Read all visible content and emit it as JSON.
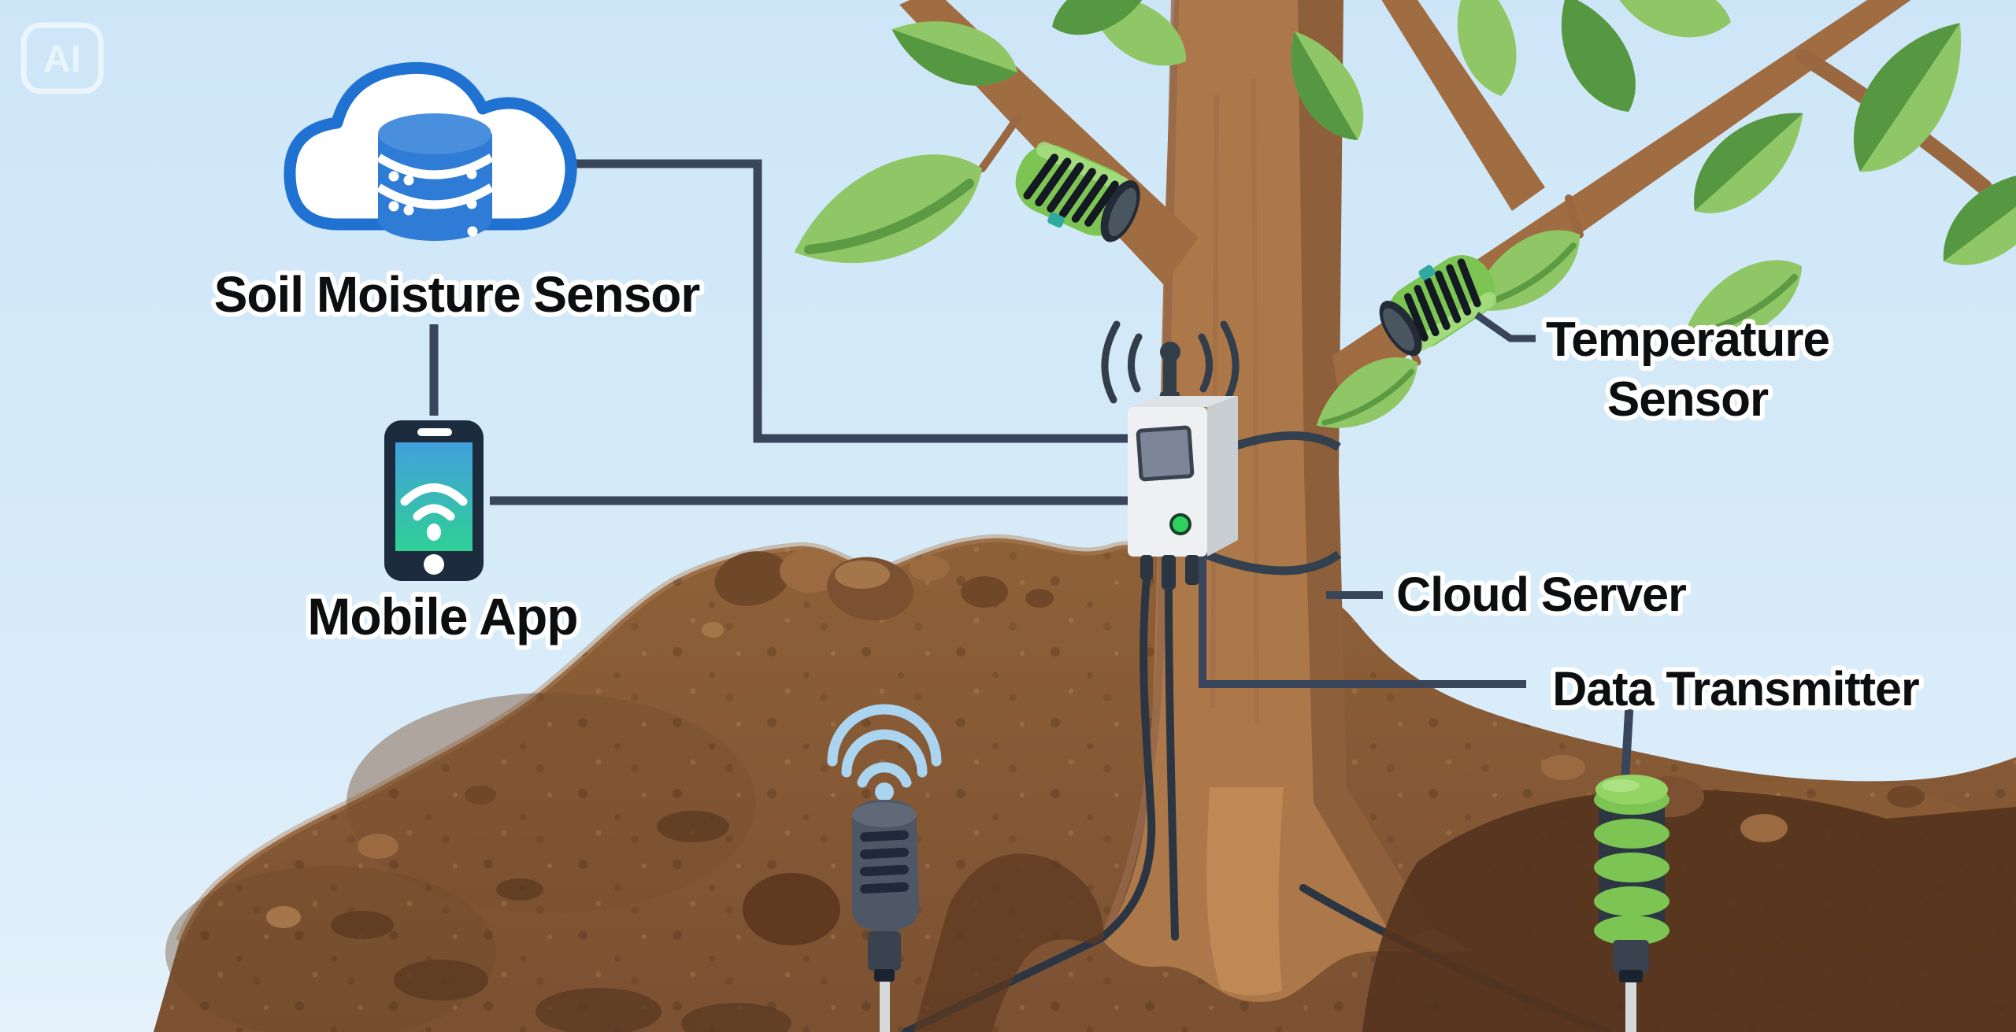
{
  "watermark": "AI",
  "labels": {
    "soil_moisture_sensor": "Soil Moisture Sensor",
    "mobile_app": "Mobile App",
    "temperature_line1": "Temperature",
    "temperature_line2": "Sensor",
    "cloud_server": "Cloud Server",
    "data_transmitter": "Data Transmitter"
  },
  "icons": {
    "cloud_database": "blue outlined cloud containing stacked database cylinder",
    "smartphone_wifi": "dark smartphone with wifi symbol on teal gradient screen",
    "transmitter_box": "white box with antenna and radio waves strapped to tree trunk",
    "branch_coil_sensor": "green finned cylindrical sensor clamped around branch (two of them)",
    "soil_probe_wireless": "dark ground probe with light-blue wifi waves stuck in soil",
    "soil_probe_green": "green stacked-ring ground probe stuck in soil"
  },
  "connections": [
    "cloud database icon -> transmitter box (elbow connector)",
    "smartphone icon -> transmitter box (straight connector)",
    "Soil Moisture Sensor label -> smartphone (vertical connector)",
    "Temperature Sensor label -> branch coil sensor (short leader)",
    "Cloud Server label -> tree trunk (short leader)",
    "Data Transmitter label -> transmitter box and green soil probe (elbow leader)"
  ],
  "colors": {
    "sky": "#d3e8f7",
    "connector_line": "#39455a",
    "cloud_outline_blue": "#1f72d2",
    "database_blue": "#2f7cd6",
    "phone_body": "#1c2b3d",
    "phone_screen_top": "#42a0dc",
    "phone_screen_bottom": "#2fd096",
    "leaf_light": "#8fc766",
    "leaf_dark": "#569741",
    "branch_brown": "#a06c41",
    "trunk_brown": "#ad7849",
    "trunk_shadow": "#8d5f3a",
    "soil": "#84593a",
    "soil_dark": "#54331d",
    "coil_green": "#7cc553",
    "led_green": "#2ed15e",
    "device_white": "#eef0f2",
    "wifi_light_blue": "#aad4f0",
    "probe_gray": "#d7d8da"
  }
}
